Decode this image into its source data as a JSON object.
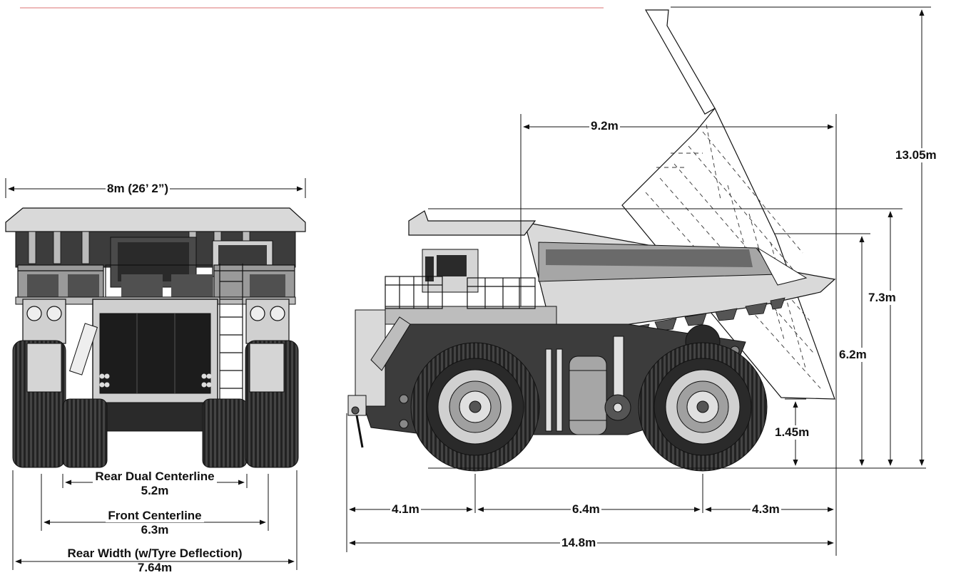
{
  "colors": {
    "accent_rule": "#e8a0a0",
    "body_light": "#d9d9d9",
    "body_mid": "#a6a6a6",
    "body_dark": "#3c3c3c",
    "tyre": "#1e1e1e",
    "line": "#111111"
  },
  "front_view": {
    "overall_width": "8m (26’ 2”)",
    "rear_dual_centerline": {
      "label": "Rear Dual Centerline",
      "value": "5.2m"
    },
    "front_centerline": {
      "label": "Front Centerline",
      "value": "6.3m"
    },
    "rear_width": {
      "label": "Rear Width (w/Tyre Deflection)",
      "value": "7.64m"
    }
  },
  "side_view": {
    "body_length_raised": "9.2m",
    "max_dump_height": "13.05m",
    "canopy_height": "7.3m",
    "body_height": "6.2m",
    "dump_clearance": "1.45m",
    "front_overhang": "4.1m",
    "wheelbase": "6.4m",
    "rear_overhang": "4.3m",
    "overall_length": "14.8m"
  }
}
